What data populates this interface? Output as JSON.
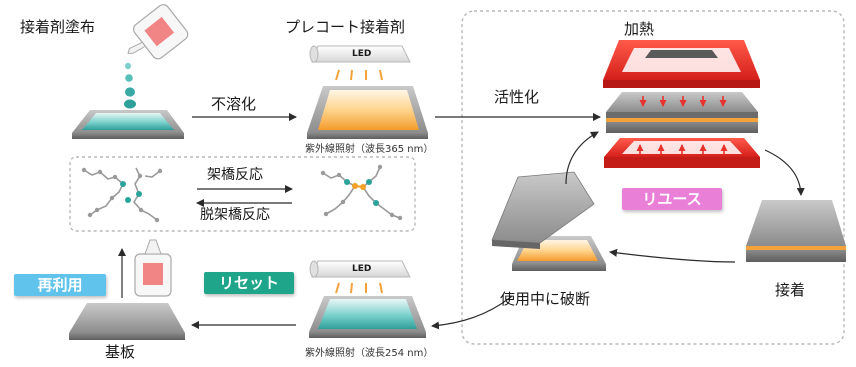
{
  "labels": {
    "adhesive_coating": "接着剤塗布",
    "precoat_adhesive": "プレコート接着剤",
    "insolubilize": "不溶化",
    "uv_irradiation_365": "紫外線照射（波長365 nm）",
    "activate": "活性化",
    "heating": "加熱",
    "crosslink_reaction": "架橋反応",
    "decrosslink_reaction": "脱架橋反応",
    "bonding": "接着",
    "broken_in_use": "使用中に破断",
    "substrate": "基板",
    "uv_irradiation_254": "紫外線照射（波長254 nm）"
  },
  "badges": {
    "reuse": "リユース",
    "reset": "リセット",
    "reutilize": "再利用"
  },
  "led_label": "LED",
  "colors": {
    "reuse_badge": "#ea7fd7",
    "reset_badge": "#1ea58a",
    "reutilize_badge": "#5fc3ec",
    "adhesive_orange": "#f4a23a",
    "teal_film": "#3bb3ae",
    "heater_red": "#e8322d",
    "polymer_node": "#2aa39b",
    "crosslink_node": "#f2a126"
  }
}
